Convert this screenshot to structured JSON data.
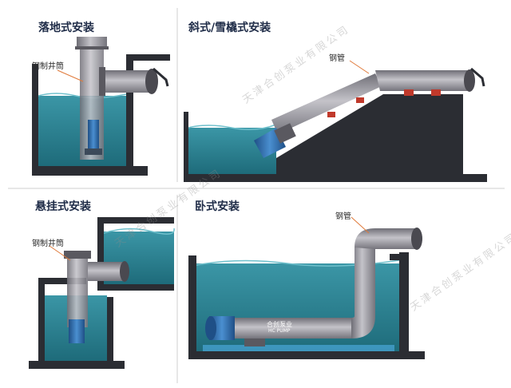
{
  "panels": {
    "floor": {
      "title": "落地式安装",
      "callout": "钢制井筒"
    },
    "inclined": {
      "title": "斜式/雪橇式安装",
      "callout": "钢管"
    },
    "hanging": {
      "title": "悬挂式安装",
      "callout": "钢制井筒"
    },
    "horizontal": {
      "title": "卧式安装",
      "callout": "钢管",
      "pump_label": "合创泵业",
      "pump_sub": "HC PUMP"
    }
  },
  "watermark": "天津合创泵业有限公司",
  "colors": {
    "water": "#2a7f8f",
    "water_dark": "#1d6474",
    "concrete": "#2b2d33",
    "pipe": "#8c8b93",
    "pipe_light": "#b8b7bd",
    "support": "#c0392b",
    "motor": "#2f6fb5"
  }
}
